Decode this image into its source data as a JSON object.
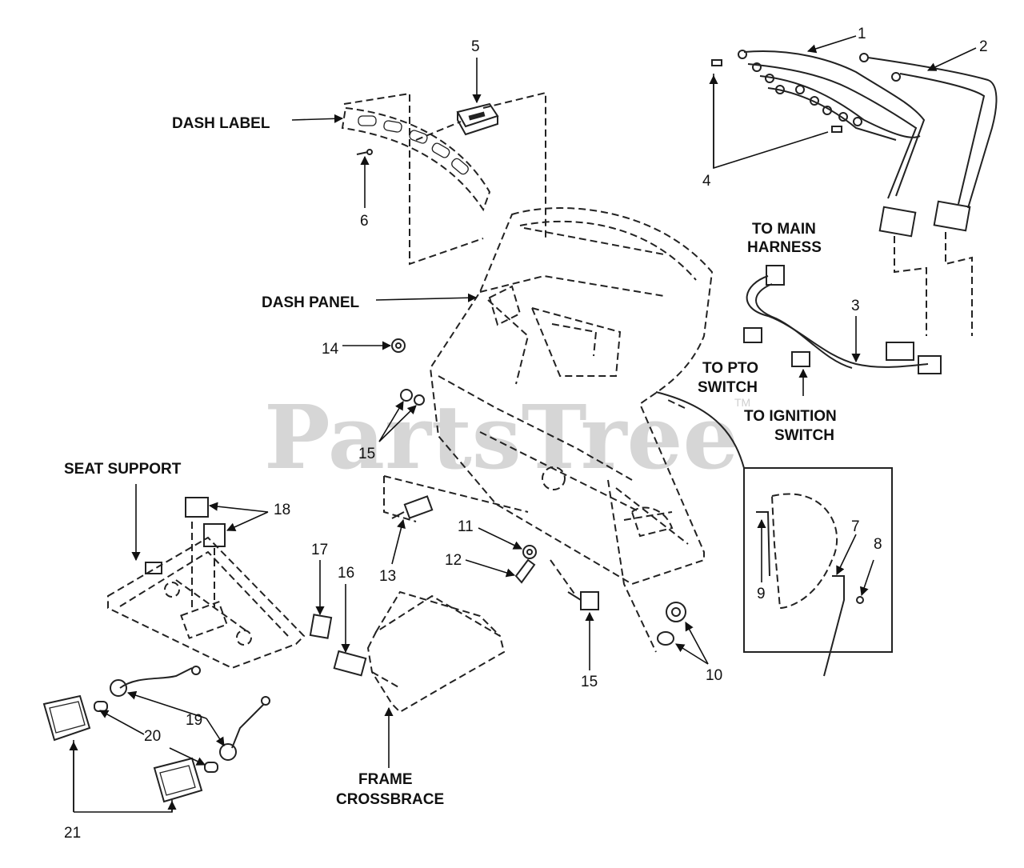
{
  "watermark": {
    "brand": "PartsTree",
    "trademark": "TM"
  },
  "labels": {
    "dash_label": "DASH LABEL",
    "dash_panel": "DASH PANEL",
    "to_main_harness_1": "TO MAIN",
    "to_main_harness_2": "HARNESS",
    "to_pto_switch_1": "TO PTO",
    "to_pto_switch_2": "SWITCH",
    "to_ignition_switch_1": "TO IGNITION",
    "to_ignition_switch_2": "SWITCH",
    "seat_support": "SEAT SUPPORT",
    "frame_crossbrace_1": "FRAME",
    "frame_crossbrace_2": "CROSSBRACE"
  },
  "callouts": {
    "c1": "1",
    "c2": "2",
    "c3": "3",
    "c4": "4",
    "c5": "5",
    "c6": "6",
    "c7": "7",
    "c8": "8",
    "c9": "9",
    "c10": "10",
    "c11": "11",
    "c12": "12",
    "c13": "13",
    "c14": "14",
    "c15a": "15",
    "c15b": "15",
    "c16": "16",
    "c17": "17",
    "c18": "18",
    "c19": "19",
    "c20": "20",
    "c21": "21"
  },
  "icons": [
    "wire-harness-icon",
    "connector-icon",
    "switch-icon",
    "light-bulb-icon",
    "headlight-lens-icon",
    "nut-icon",
    "screw-icon",
    "key-icon"
  ]
}
